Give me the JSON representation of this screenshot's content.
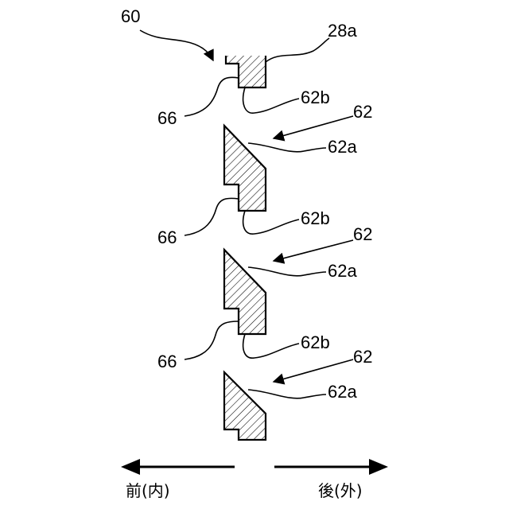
{
  "figure": {
    "labels": {
      "ref_60": "60",
      "ref_28a": "28a",
      "ref_66_1": "66",
      "ref_62b_1": "62b",
      "ref_62_1": "62",
      "ref_62a_1": "62a",
      "ref_66_2": "66",
      "ref_62b_2": "62b",
      "ref_62_2": "62",
      "ref_62a_2": "62a",
      "ref_66_3": "66",
      "ref_62b_3": "62b",
      "ref_62_3": "62",
      "ref_62a_3": "62a"
    },
    "direction": {
      "front": "前(内)",
      "rear": "後(外)"
    }
  }
}
